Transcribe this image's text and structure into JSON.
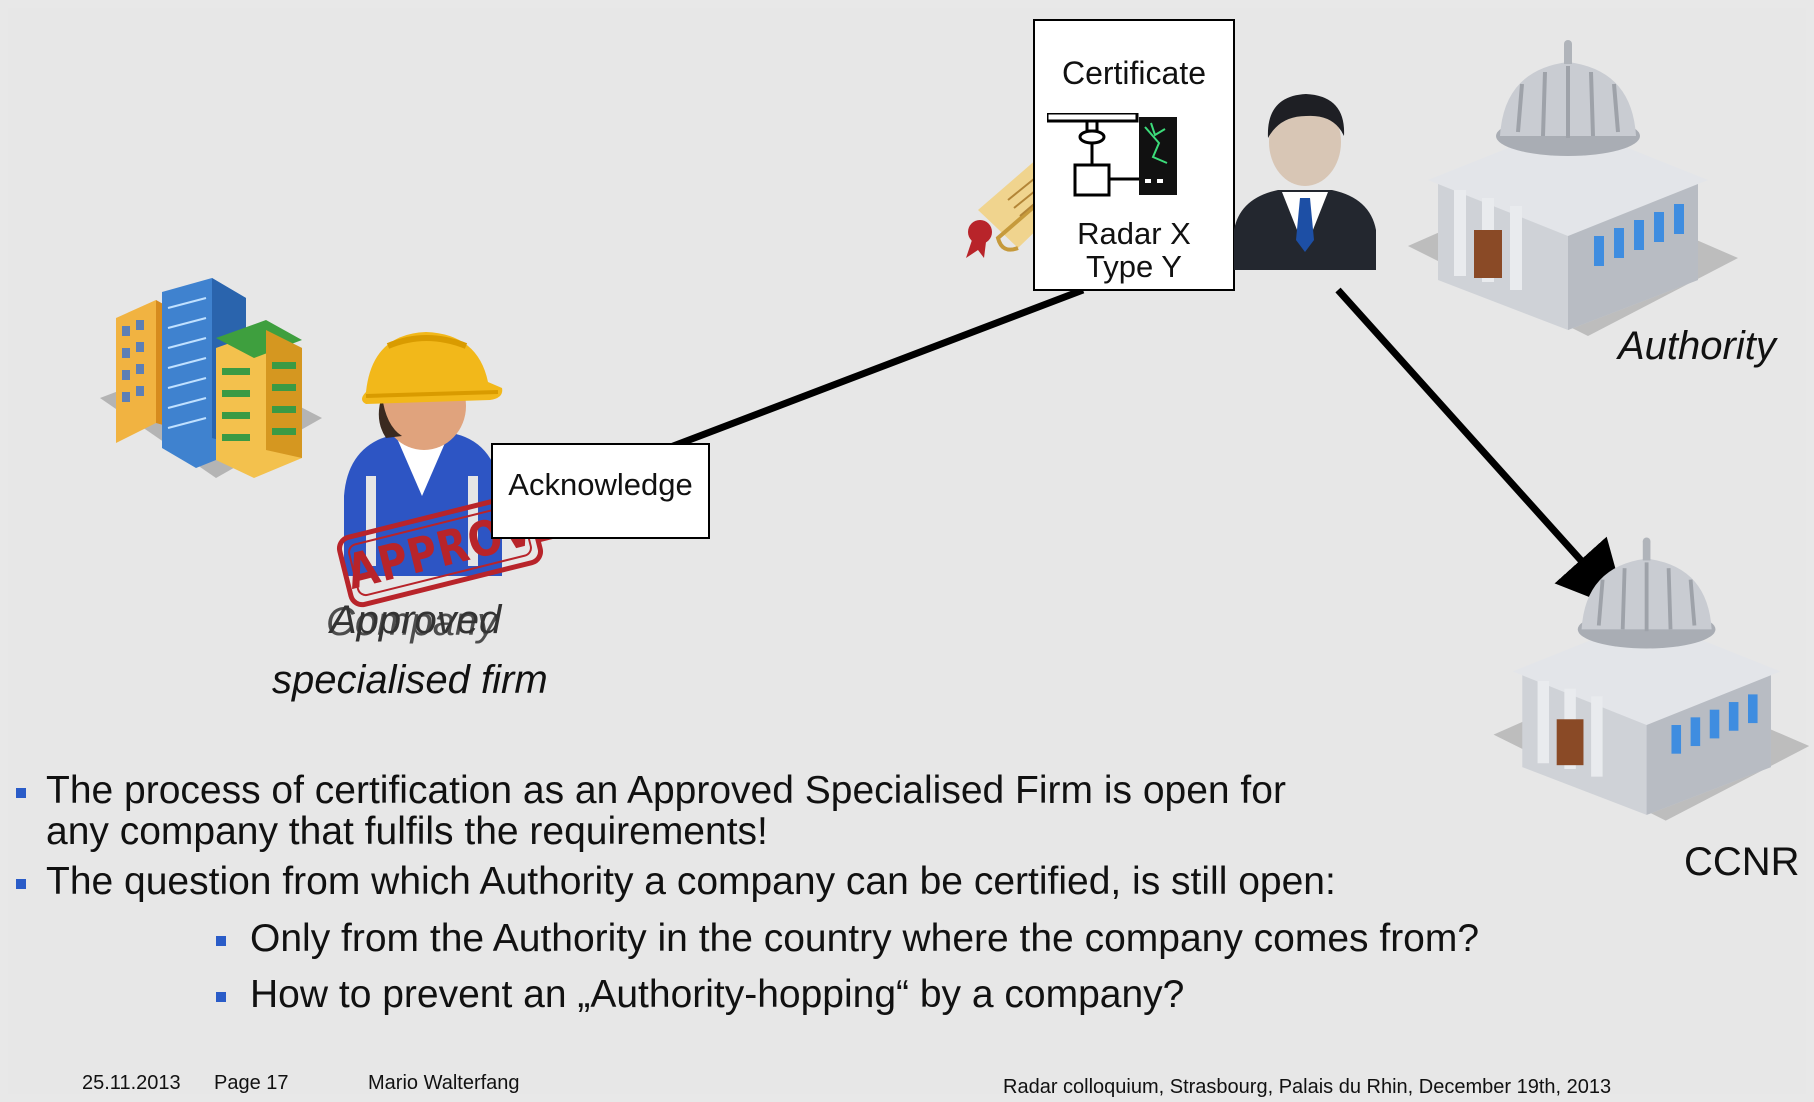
{
  "certificate_box": {
    "title": "Certificate",
    "line1": "Radar X",
    "line2": "Type Y"
  },
  "acknowledge_box": {
    "label": "Acknowledge"
  },
  "labels": {
    "authority": "Authority",
    "ccnr": "CCNR",
    "company_under": "Approved",
    "company_over": "Company",
    "specialised_firm": "specialised firm",
    "stamp": "APPROVED"
  },
  "bullets": [
    {
      "text": "The process of certification as an Approved Specialised Firm is open for"
    },
    {
      "text": "any company that fulfils the requirements!"
    },
    {
      "text": "The question from which Authority a company can be certified, is still open:"
    }
  ],
  "sub_bullets": [
    {
      "text": "Only from the Authority in the country where the company comes from?"
    },
    {
      "text": "How to prevent an „Authority-hopping“ by a company?"
    }
  ],
  "footer": {
    "date": "25.11.2013",
    "page": "Page 17",
    "author": "Mario Walterfang",
    "event": "Radar colloquium, Strasbourg, Palais du Rhin, December 19th, 2013"
  },
  "colors": {
    "bullet": "#2a5cc8",
    "stamp": "#b8242a",
    "helmet": "#f2b81a",
    "vest": "#2d55c4"
  },
  "icons": [
    "buildings-icon",
    "worker-icon",
    "approved-stamp-icon",
    "scroll-certificate-icon",
    "radar-icon",
    "businessman-icon",
    "government-building-icon"
  ]
}
